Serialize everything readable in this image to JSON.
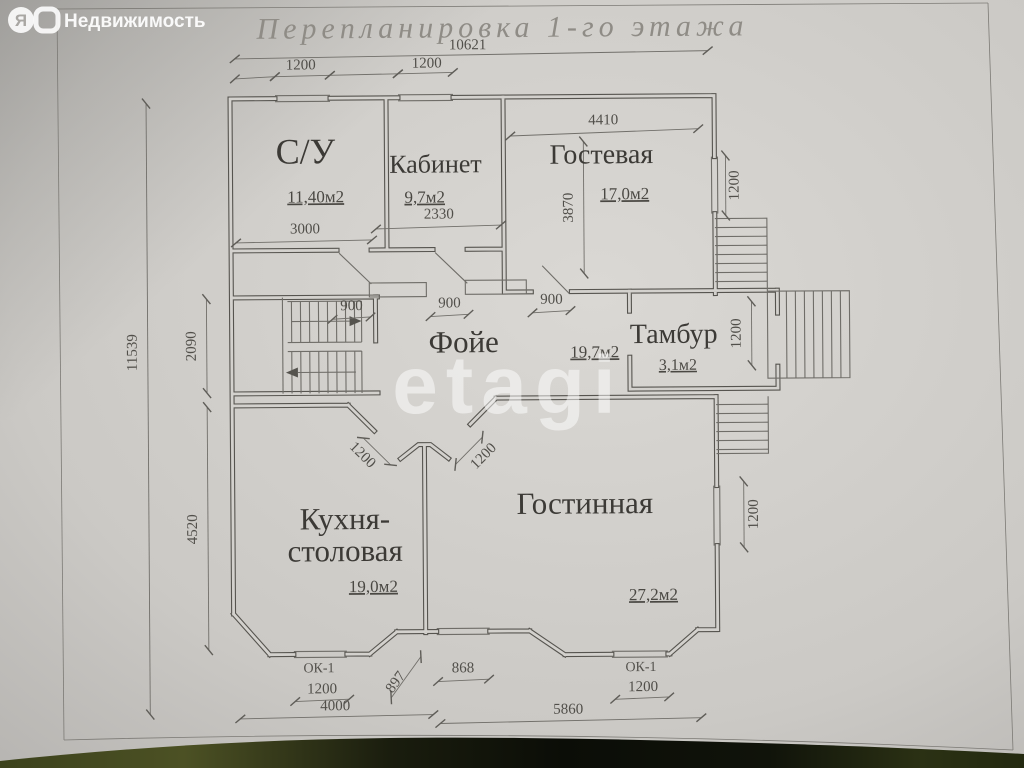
{
  "brand": {
    "letter": "Я",
    "name": "Недвижимость"
  },
  "watermark": {
    "text": "etagi"
  },
  "drawing": {
    "title": "Перепланировка 1-го этажа"
  },
  "rooms": {
    "su": {
      "name": "С/У",
      "area": "11,40м2"
    },
    "cabinet": {
      "name": "Кабинет",
      "area": "9,7м2"
    },
    "guest": {
      "name": "Гостевая",
      "area": "17,0м2"
    },
    "foyer": {
      "name": "Фойе",
      "area": "19,7м2"
    },
    "tambour": {
      "name": "Тамбур",
      "area": "3,1м2"
    },
    "kitchen": {
      "name_line1": "Кухня-",
      "name_line2": "столовая",
      "area": "19,0м2"
    },
    "living": {
      "name": "Гостинная",
      "area": "27,2м2"
    }
  },
  "windows": {
    "ok1_left": "ОК-1",
    "ok1_right": "ОК-1"
  },
  "dims": {
    "overall_width": "10621",
    "overall_height": "11539",
    "win_su": "1200",
    "win_cabinet": "1200",
    "su_width": "3000",
    "cabinet_width": "2330",
    "guest_width": "4410",
    "guest_height": "3870",
    "guest_window": "1200",
    "stair_depth": "2090",
    "kitchen_depth": "4520",
    "door_su": "900",
    "door_cabinet": "900",
    "door_guest": "900",
    "tambour_door": "1200",
    "kitchen_door": "1200",
    "living_door": "1200",
    "living_window": "1200",
    "bay_left_window": "1200",
    "bay_right_window": "1200",
    "bay_left_total": "4000",
    "bay_right_total": "5860",
    "bay_diagonal": "897",
    "mid_opening": "868"
  }
}
